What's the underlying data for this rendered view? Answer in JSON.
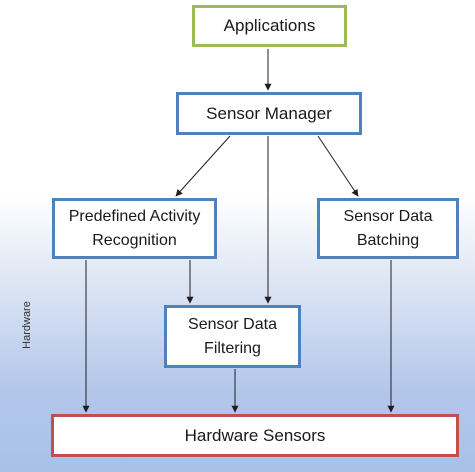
{
  "region": {
    "label": "Hardware"
  },
  "nodes": {
    "applications": "Applications",
    "sensor_manager": "Sensor Manager",
    "predefined_activity_recognition": "Predefined Activity Recognition",
    "sensor_data_batching": "Sensor Data Batching",
    "sensor_data_filtering": "Sensor Data Filtering",
    "hardware_sensors": "Hardware Sensors"
  },
  "edges": [
    {
      "from": "applications",
      "to": "sensor_manager"
    },
    {
      "from": "sensor_manager",
      "to": "predefined_activity_recognition"
    },
    {
      "from": "sensor_manager",
      "to": "sensor_data_filtering"
    },
    {
      "from": "sensor_manager",
      "to": "sensor_data_batching"
    },
    {
      "from": "predefined_activity_recognition",
      "to": "sensor_data_filtering"
    },
    {
      "from": "predefined_activity_recognition",
      "to": "hardware_sensors"
    },
    {
      "from": "sensor_data_filtering",
      "to": "hardware_sensors"
    },
    {
      "from": "sensor_data_batching",
      "to": "hardware_sensors"
    }
  ],
  "colors": {
    "applications_border": "#9bbb59",
    "process_border": "#4f81bd",
    "hardware_sensors_border": "#c0504d",
    "arrow": "#1f1f1f",
    "region_gradient_bottom": "#a9c0e7"
  }
}
